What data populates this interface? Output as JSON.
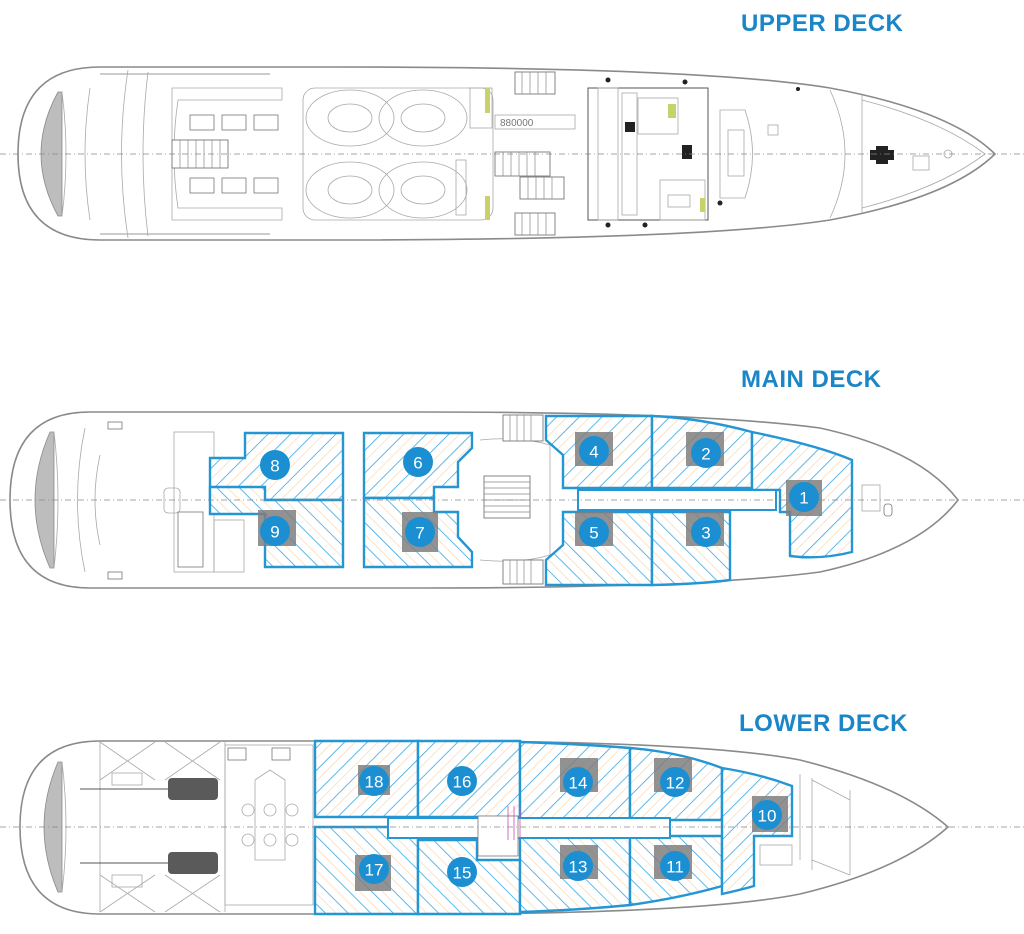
{
  "decks": [
    {
      "id": "upper",
      "title": "UPPER DECK"
    },
    {
      "id": "main",
      "title": "MAIN DECK"
    },
    {
      "id": "lower",
      "title": "LOWER DECK"
    }
  ],
  "cabins": {
    "main": [
      "1",
      "2",
      "3",
      "4",
      "5",
      "6",
      "7",
      "8",
      "9"
    ],
    "lower": [
      "10",
      "11",
      "12",
      "13",
      "14",
      "15",
      "16",
      "17",
      "18"
    ]
  },
  "colors": {
    "accent": "#1a86c8",
    "cabin_outline": "#2596d4",
    "hatch_orange": "#f2b46a",
    "badge": "#1b8fd2"
  }
}
